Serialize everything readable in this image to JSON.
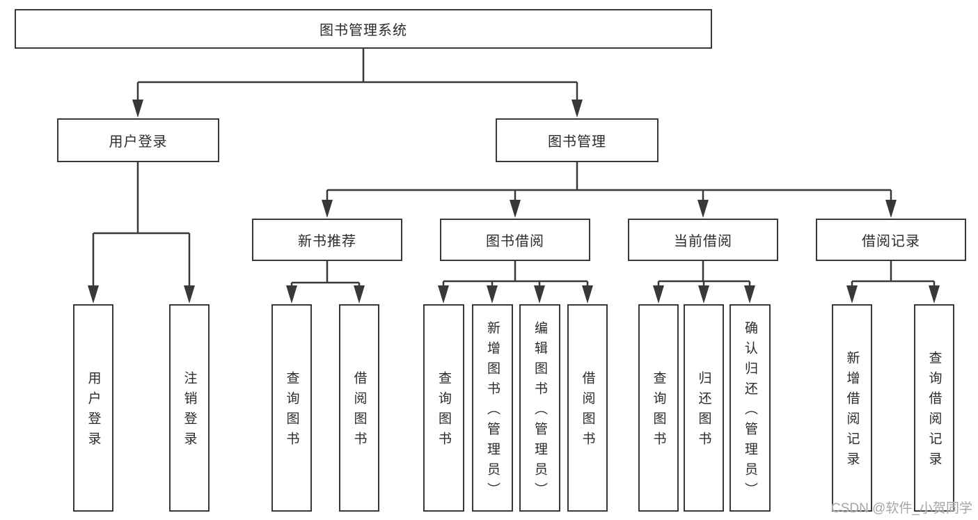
{
  "diagram": {
    "title_node": {
      "label": "图书管理系统"
    },
    "level1": [
      {
        "label": "用户登录"
      },
      {
        "label": "图书管理"
      }
    ],
    "level2": [
      {
        "label": "新书推荐"
      },
      {
        "label": "图书借阅"
      },
      {
        "label": "当前借阅"
      },
      {
        "label": "借阅记录"
      }
    ],
    "leaves": {
      "user_login": [
        "用户登录",
        "注销登录"
      ],
      "new_books": [
        "查询图书",
        "借阅图书"
      ],
      "book_borrowing": [
        "查询图书",
        "新增图书（管理员）",
        "编辑图书（管理员）",
        "借阅图书"
      ],
      "current_borrowing": [
        "查询图书",
        "归还图书",
        "确认归还（管理员）"
      ],
      "borrow_records": [
        "新增借阅记录",
        "查询借阅记录"
      ]
    },
    "colors": {
      "line": "#383838",
      "text": "#2b2b2b",
      "watermark": "#a6a6a6",
      "background": "#ffffff"
    }
  },
  "watermark": {
    "text": "CSDN @软件_小贺同学"
  }
}
